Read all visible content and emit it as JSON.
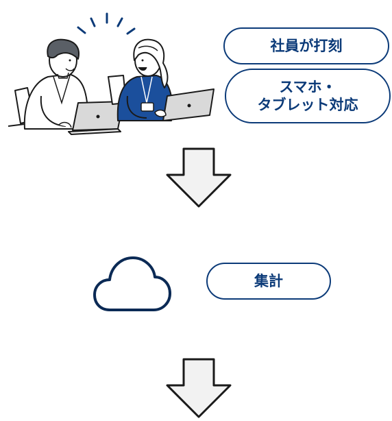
{
  "diagram": {
    "colors": {
      "accent": "#0b3a78",
      "arrow_fill": "#f2f2f2",
      "arrow_stroke": "#1a1a1a"
    },
    "illustration": {
      "icon": "people-with-laptops-icon"
    },
    "steps": [
      {
        "label": "社員が打刻"
      },
      {
        "label_lines": [
          "スマホ・",
          "タブレット対応"
        ]
      }
    ],
    "arrows": [
      {
        "icon": "down-arrow-icon"
      },
      {
        "icon": "down-arrow-icon"
      }
    ],
    "cloud": {
      "icon": "cloud-icon",
      "label": "集計"
    }
  }
}
